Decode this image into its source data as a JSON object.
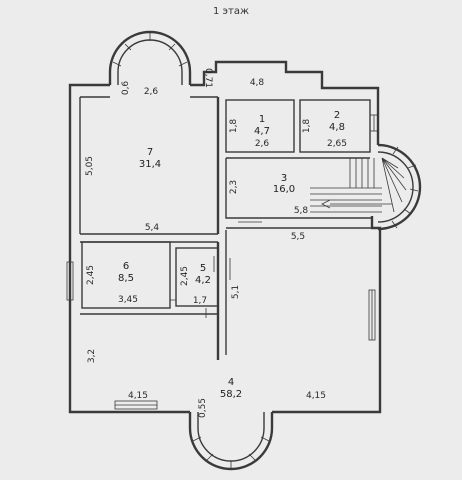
{
  "title": "1 этаж",
  "rooms": [
    {
      "number": "1",
      "area": "4,7"
    },
    {
      "number": "2",
      "area": "4,8"
    },
    {
      "number": "3",
      "area": "16,0"
    },
    {
      "number": "4",
      "area": "58,2"
    },
    {
      "number": "5",
      "area": "4,2"
    },
    {
      "number": "6",
      "area": "8,5"
    },
    {
      "number": "7",
      "area": "31,4"
    }
  ],
  "dimensions": {
    "top_width": "4,8",
    "room7_top": "2,6",
    "bay_left": "0,6",
    "bay_right": "0,71",
    "room1_side": "1,8",
    "room1_bottom": "2,6",
    "room2_side": "1,8",
    "room2_bottom": "2,65",
    "room7_left": "5,05",
    "room7_bottom": "5,4",
    "room3_side": "2,3",
    "room3_bottom": "5,8",
    "room4_top": "5,5",
    "room6_side": "2,45",
    "room6_bottom": "3,45",
    "room5_side": "2,45",
    "room5_bottom": "1,7",
    "corridor": "5,1",
    "room4_left": "3,2",
    "room4_bottom_left": "4,15",
    "room4_bottom_right": "4,15",
    "bay_bottom": "0,55"
  }
}
